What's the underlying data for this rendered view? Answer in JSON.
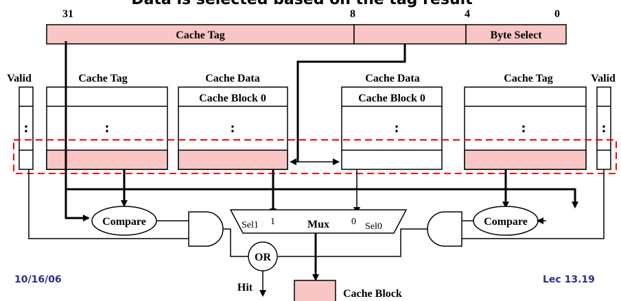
{
  "header_fragment": "Data is selected based on the tag result",
  "address": {
    "bit_high": "31",
    "bit_mid": "8",
    "bit_low_mid": "4",
    "bit_low": "0",
    "tag_label": "Cache Tag",
    "index_label": "",
    "byte_select_label": "Byte Select"
  },
  "ways": {
    "left": {
      "valid": "Valid",
      "tag": "Cache Tag",
      "data": "Cache Data",
      "block": "Cache Block 0",
      "dots": ":"
    },
    "right": {
      "valid": "Valid",
      "tag": "Cache Tag",
      "data": "Cache Data",
      "block": "Cache Block 0",
      "dots": ":"
    }
  },
  "logic": {
    "compare_left": "Compare",
    "compare_right": "Compare",
    "mux": "Mux",
    "sel1": "Sel1",
    "sel0": "Sel0",
    "mux_in1": "1",
    "mux_in0": "0",
    "or": "OR"
  },
  "outputs": {
    "hit": "Hit",
    "cache_block": "Cache Block"
  },
  "footer": {
    "date": "10/16/06",
    "lecture": "Lec 13.19"
  },
  "colors": {
    "fill": "#f9c5c5",
    "highlight": "#ff0000",
    "stroke": "#000000",
    "footer_text": "#2b2b99"
  }
}
